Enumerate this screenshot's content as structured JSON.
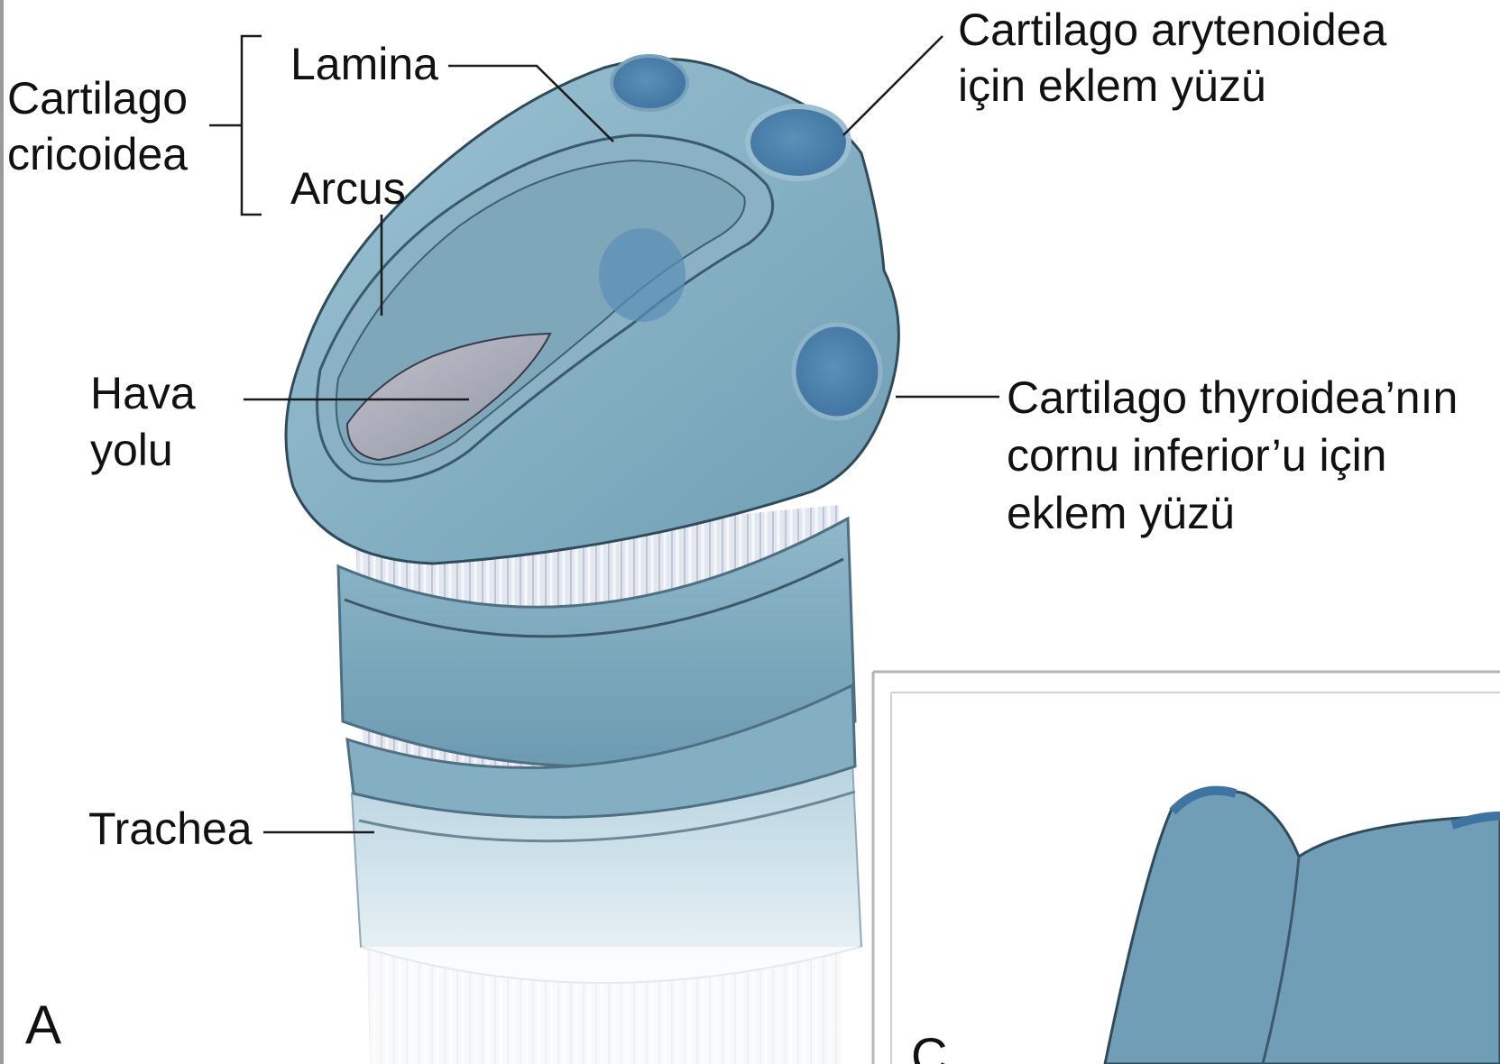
{
  "figure": {
    "panel_letter": "A",
    "colors": {
      "cartilage": "#8fb7c8",
      "cartilage_dark": "#5f8fa5",
      "facet": "#4a80aa",
      "airway": "#a9aab6",
      "ligament": "#dfe4ec",
      "leader_line": "#1a1a1a"
    }
  },
  "labels": {
    "cricoid_line1": "Cartilago",
    "cricoid_line2": "cricoidea",
    "lamina": "Lamina",
    "arcus": "Arcus",
    "airway_line1": "Hava",
    "airway_line2": "yolu",
    "trachea": "Trachea",
    "arytenoid_line1": "Cartilago arytenoidea",
    "arytenoid_line2": "için eklem yüzü",
    "thyroid_line1": "Cartilago thyroidea’nın",
    "thyroid_line2": "cornu inferior’u için",
    "thyroid_line3": "eklem yüzü"
  }
}
